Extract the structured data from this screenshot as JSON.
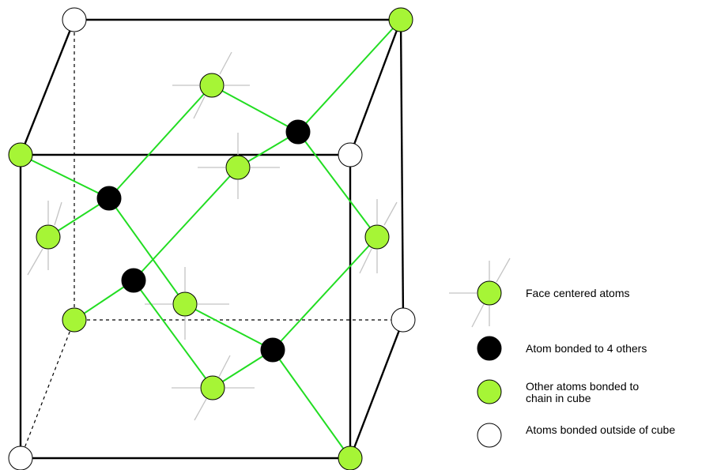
{
  "colors": {
    "cube_edge": "#000000",
    "bond": "#22dd22",
    "face_cross": "#bfbfbf",
    "face_centered_atom": "#a6f536",
    "bonded_to_4_atom": "#000000",
    "chain_atom": "#a6f536",
    "outside_atom": "#ffffff",
    "atom_outline": "#000000"
  },
  "legend": {
    "items": [
      {
        "type": "face_centered",
        "label": "Face centered atoms"
      },
      {
        "type": "bonded_4",
        "label": "Atom bonded to 4 others"
      },
      {
        "type": "chain",
        "label": "Other atoms bonded to chain in cube"
      },
      {
        "type": "outside",
        "label": "Atoms bonded outside of cube"
      }
    ]
  }
}
